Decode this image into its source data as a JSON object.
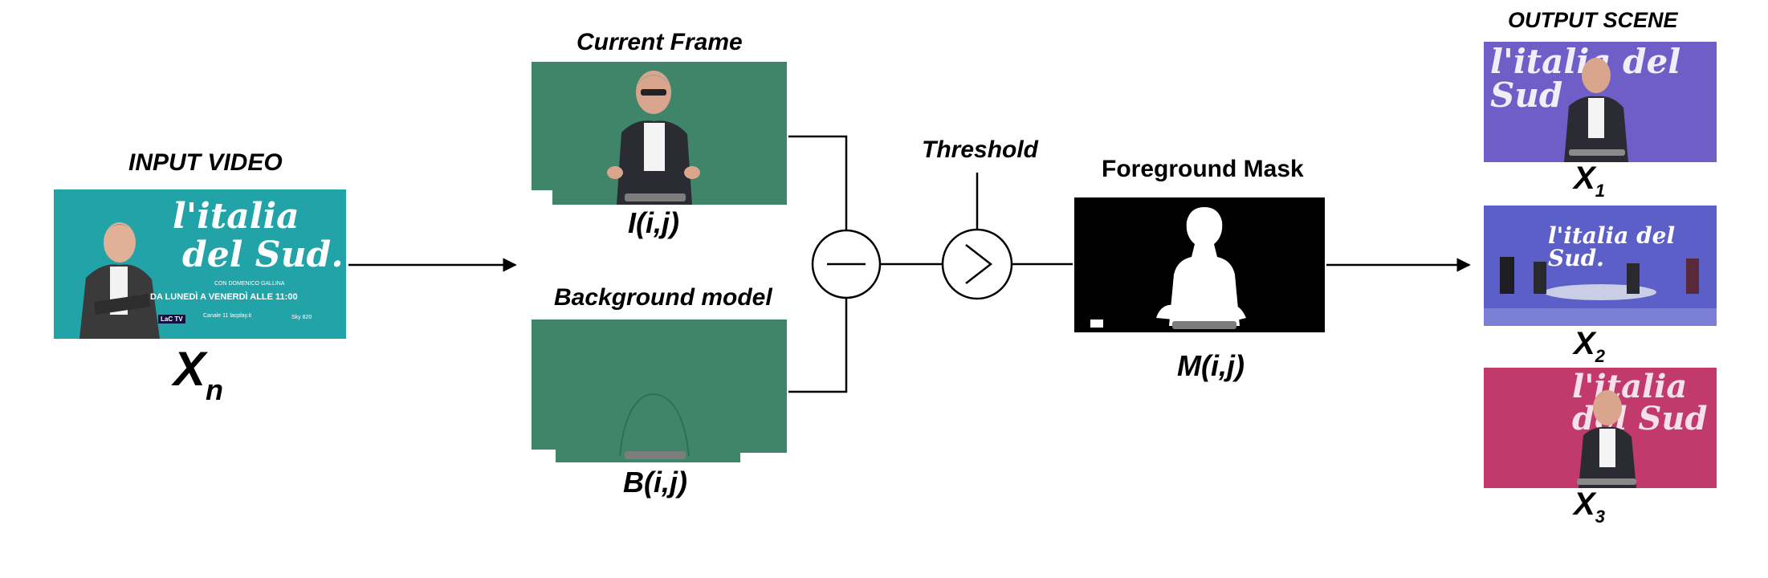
{
  "input": {
    "title": "INPUT VIDEO",
    "var_main": "X",
    "var_sub": "n",
    "poster": {
      "brand_line1": "l'italia",
      "brand_line2": "del Sud.",
      "host": "CON DOMENICO GALLINA",
      "schedule": "DA LUNEDÌ A VENERDÌ ALLE 11:00",
      "channel1": "LaC TV",
      "channel2": "Canale 11 lacplay.it",
      "channel3": "Sky 820",
      "colors": {
        "bg": "#22a3a7",
        "text": "#ffffff",
        "accent": "#e53935"
      }
    }
  },
  "current_frame": {
    "title": "Current Frame",
    "var": "I(i,j)",
    "bg_color": "#3f8569"
  },
  "background_model": {
    "title": "Background model",
    "var": "B(i,j)",
    "bg_color": "#3f8569"
  },
  "subtract": {
    "symbol": "−"
  },
  "threshold": {
    "title": "Threshold",
    "symbol": ">"
  },
  "foreground_mask": {
    "title": "Foreground Mask",
    "var": "M(i,j)"
  },
  "output": {
    "title": "OUTPUT SCENE",
    "scenes": [
      {
        "var_main": "X",
        "var_sub": "1",
        "bg": "#6f5ec8",
        "text": "l'italia del Sud"
      },
      {
        "var_main": "X",
        "var_sub": "2",
        "bg": "#5b5fc7",
        "text": "l'italia del Sud."
      },
      {
        "var_main": "X",
        "var_sub": "3",
        "bg": "#c23a6b",
        "text": "l'italia del Sud"
      }
    ]
  }
}
